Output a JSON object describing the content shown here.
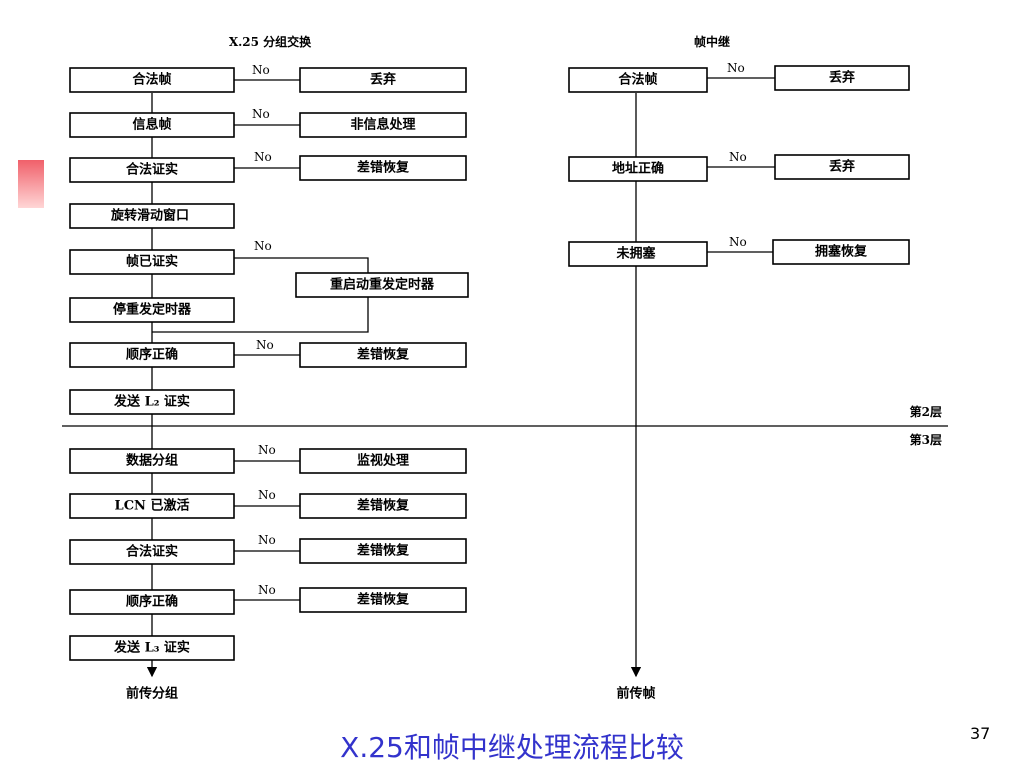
{
  "left_header": "X.25 分组交换",
  "right_header": "帧中继",
  "no_label": "No",
  "layer2": "第2层",
  "layer3": "第3层",
  "x25_steps": [
    {
      "label": "合法帧",
      "alt": "丢弃"
    },
    {
      "label": "信息帧",
      "alt": "非信息处理"
    },
    {
      "label": "合法证实",
      "alt": "差错恢复"
    },
    {
      "label": "旋转滑动窗口"
    },
    {
      "label": "帧已证实",
      "alt": "重启动重发定时器"
    },
    {
      "label": "停重发定时器"
    },
    {
      "label": "顺序正确",
      "alt": "差错恢复"
    },
    {
      "label": "发送 L₂ 证实"
    },
    {
      "label": "数据分组",
      "alt": "监视处理"
    },
    {
      "label": "LCN 已激活",
      "alt": "差错恢复"
    },
    {
      "label": "合法证实",
      "alt": "差错恢复"
    },
    {
      "label": "顺序正确",
      "alt": "差错恢复"
    },
    {
      "label": "发送 L₃ 证实"
    }
  ],
  "fr_steps": [
    {
      "label": "合法帧",
      "alt": "丢弃"
    },
    {
      "label": "地址正确",
      "alt": "丢弃"
    },
    {
      "label": "未拥塞",
      "alt": "拥塞恢复"
    }
  ],
  "left_output": "前传分组",
  "right_output": "前传帧",
  "caption": "X.25和帧中继处理流程比较",
  "page_number": "37"
}
